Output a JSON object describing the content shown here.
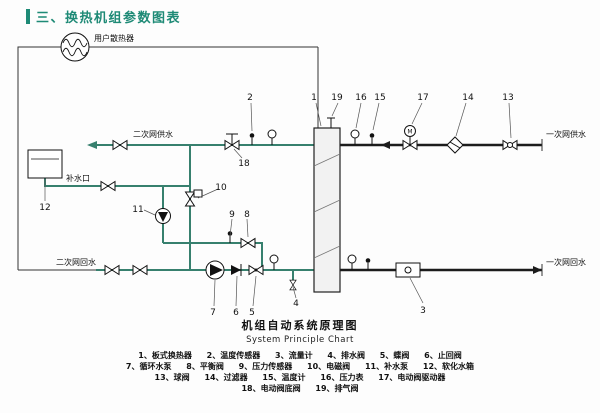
{
  "page": {
    "title": "三、换热机组参数图表"
  },
  "diagram": {
    "labels": {
      "radiator": "用户散热器",
      "makeup_port": "补水口",
      "secondary_supply": "二次网供水",
      "secondary_return": "二次网回水",
      "primary_supply": "一次网供水",
      "primary_return": "一次网回水",
      "motor": "M"
    },
    "callouts": [
      "2",
      "1",
      "19",
      "16",
      "15",
      "17",
      "14",
      "13",
      "18",
      "12",
      "11",
      "10",
      "9",
      "8",
      "7",
      "6",
      "5",
      "4",
      "3"
    ]
  },
  "caption": {
    "cn": "机组自动系统原理图",
    "en": "System Principle Chart"
  },
  "legend": {
    "items": [
      "1、板式换热器",
      "2、温度传感器",
      "3、流量计",
      "4、排水阀",
      "5、蝶阀",
      "6、止回阀",
      "7、循环水泵",
      "8、平衡阀",
      "9、压力传感器",
      "10、电磁阀",
      "11、补水泵",
      "12、软化水箱",
      "13、球阀",
      "14、过滤器",
      "15、温度计",
      "16、压力表",
      "17、电动阀驱动器",
      "18、电动阀底阀",
      "19、排气阀"
    ]
  },
  "colors": {
    "accent": "#1e8a76",
    "pipe_secondary": "#37806e"
  }
}
